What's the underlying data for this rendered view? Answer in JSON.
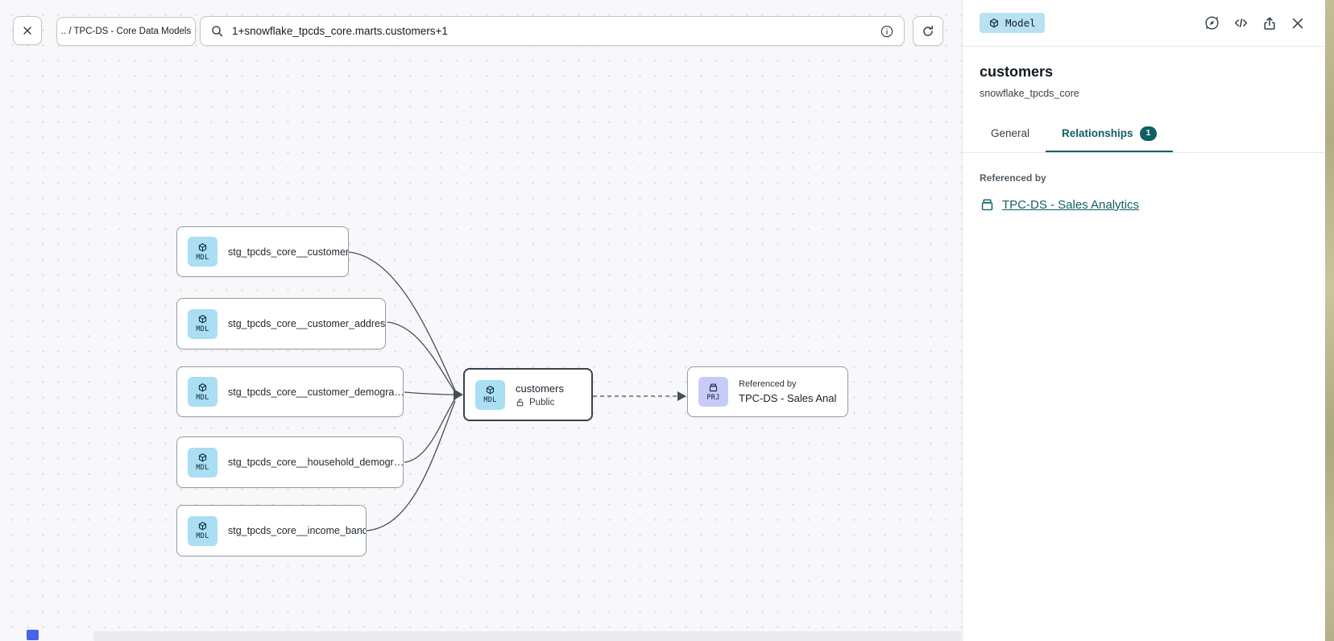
{
  "toolbar": {
    "breadcrumb": ".. / TPC-DS - Core Data Models",
    "search_value": "1+snowflake_tpcds_core.marts.customers+1"
  },
  "canvas": {
    "nodes": [
      {
        "badge": "MDL",
        "label": "stg_tpcds_core__customer"
      },
      {
        "badge": "MDL",
        "label": "stg_tpcds_core__customer_address"
      },
      {
        "badge": "MDL",
        "label": "stg_tpcds_core__customer_demogra…"
      },
      {
        "badge": "MDL",
        "label": "stg_tpcds_core__household_demogr…"
      },
      {
        "badge": "MDL",
        "label": "stg_tpcds_core__income_band"
      }
    ],
    "selected_node": {
      "badge": "MDL",
      "label": "customers",
      "access": "Public"
    },
    "project_node": {
      "badge": "PRJ",
      "caption": "Referenced by",
      "label": "TPC-DS - Sales Analytics"
    }
  },
  "panel": {
    "type_badge": "Model",
    "title": "customers",
    "subtitle": "snowflake_tpcds_core",
    "tabs": {
      "general": "General",
      "relationships": "Relationships",
      "relationships_count": "1"
    },
    "referenced_by_title": "Referenced by",
    "referenced_by_link": "TPC-DS - Sales Analytics"
  },
  "icons": {
    "close": "x-mark",
    "search": "magnifier",
    "info": "circled-i",
    "refresh": "circular-arrow",
    "model": "cube",
    "project": "archive-box",
    "public": "open-padlock",
    "explore": "compass",
    "code": "angle-brackets",
    "share": "box-arrow-up"
  },
  "colors": {
    "accent_teal": "#115e63",
    "model_type_badge_bg": "#b8e1f2",
    "mdl_badge_bg": "#a9def3",
    "prj_badge_bg": "#c6cbf8",
    "canvas_bg": "#f8f8fa",
    "selected_border": "#39434c",
    "edge": "#454e57"
  }
}
